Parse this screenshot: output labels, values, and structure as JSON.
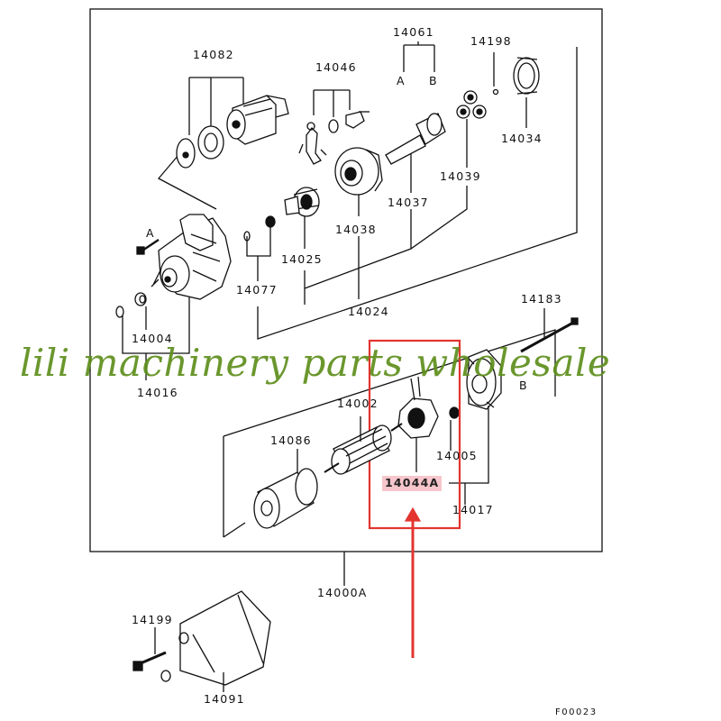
{
  "labels": {
    "p14082": "14082",
    "p14046": "14046",
    "p14061": "14061",
    "pA_top": "A",
    "pB_top": "B",
    "p14198": "14198",
    "p14034": "14034",
    "p14039": "14039",
    "p14037": "14037",
    "p14038": "14038",
    "p14025": "14025",
    "p14077": "14077",
    "p14024": "14024",
    "pA_side": "A",
    "p14004": "14004",
    "p14016": "14016",
    "p14183": "14183",
    "pB_side": "B",
    "p14002": "14002",
    "p14086": "14086",
    "p14005": "14005",
    "p14044A": "14044A",
    "p14017": "14017",
    "p14000A": "14000A",
    "p14199": "14199",
    "p14091": "14091"
  },
  "watermark": "lili machinery parts wholesale",
  "figure_code": "F00023",
  "colors": {
    "line": "#111111",
    "highlight_box": "#e3342f",
    "highlight_label": "#f7c6cc",
    "watermark": "#5e8f1c"
  }
}
